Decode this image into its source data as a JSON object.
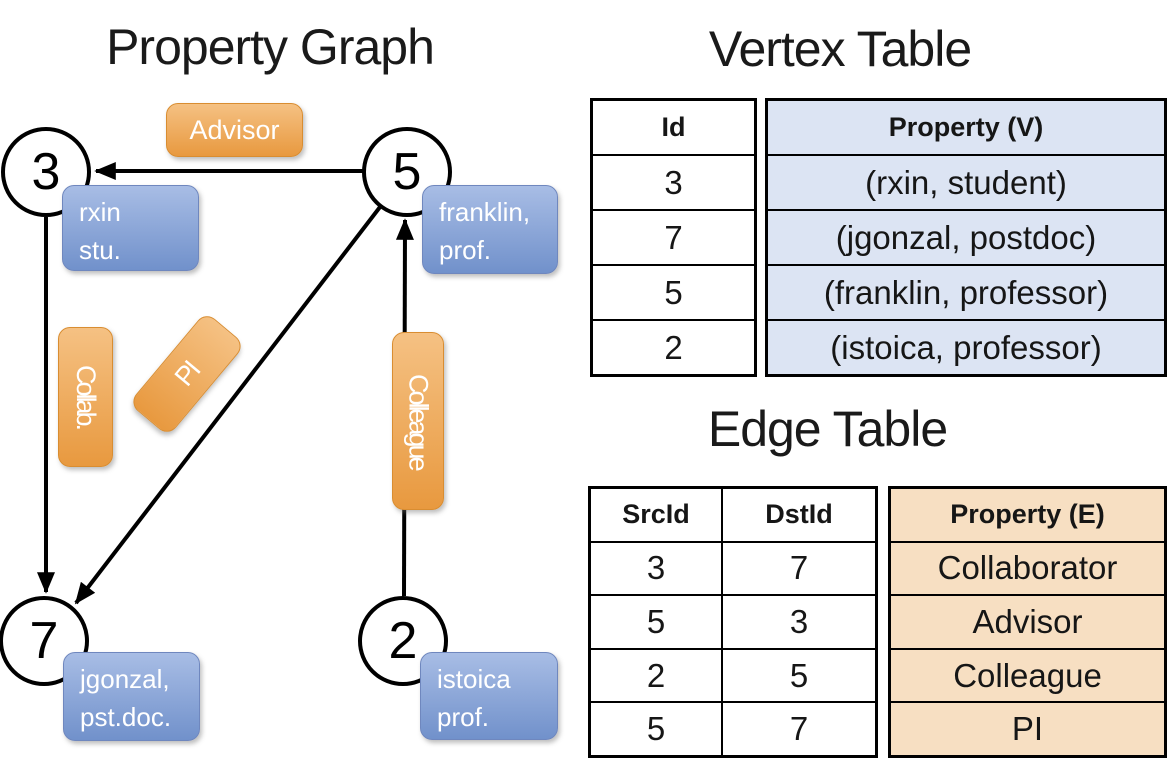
{
  "titles": {
    "graph": "Property Graph",
    "vertex": "Vertex Table",
    "edge": "Edge Table"
  },
  "graph": {
    "nodes": [
      {
        "id": "3",
        "prop_line1": "rxin",
        "prop_line2": "stu."
      },
      {
        "id": "5",
        "prop_line1": "franklin,",
        "prop_line2": "prof."
      },
      {
        "id": "7",
        "prop_line1": "jgonzal,",
        "prop_line2": "pst.doc."
      },
      {
        "id": "2",
        "prop_line1": "istoica",
        "prop_line2": "prof."
      }
    ],
    "edge_labels": {
      "advisor": "Advisor",
      "collab": "Collab.",
      "pi": "PI",
      "colleague": "Colleague"
    }
  },
  "vertex_table": {
    "col_id": "Id",
    "col_property": "Property (V)",
    "rows": [
      {
        "id": "3",
        "property": "(rxin, student)"
      },
      {
        "id": "7",
        "property": "(jgonzal, postdoc)"
      },
      {
        "id": "5",
        "property": "(franklin, professor)"
      },
      {
        "id": "2",
        "property": "(istoica, professor)"
      }
    ]
  },
  "edge_table": {
    "col_src": "SrcId",
    "col_dst": "DstId",
    "col_property": "Property (E)",
    "rows": [
      {
        "src": "3",
        "dst": "7",
        "property": "Collaborator"
      },
      {
        "src": "5",
        "dst": "3",
        "property": "Advisor"
      },
      {
        "src": "2",
        "dst": "5",
        "property": "Colleague"
      },
      {
        "src": "5",
        "dst": "7",
        "property": "PI"
      }
    ]
  },
  "colors": {
    "edge_label_orange_top": "#f5c183",
    "edge_label_orange_bottom": "#e8993f",
    "vertex_label_blue_top": "#a8bde5",
    "vertex_label_blue_bottom": "#7191cb",
    "vertex_property_fill": "#dce4f3",
    "edge_property_fill": "#f7dfc2",
    "line_color": "#000000"
  }
}
